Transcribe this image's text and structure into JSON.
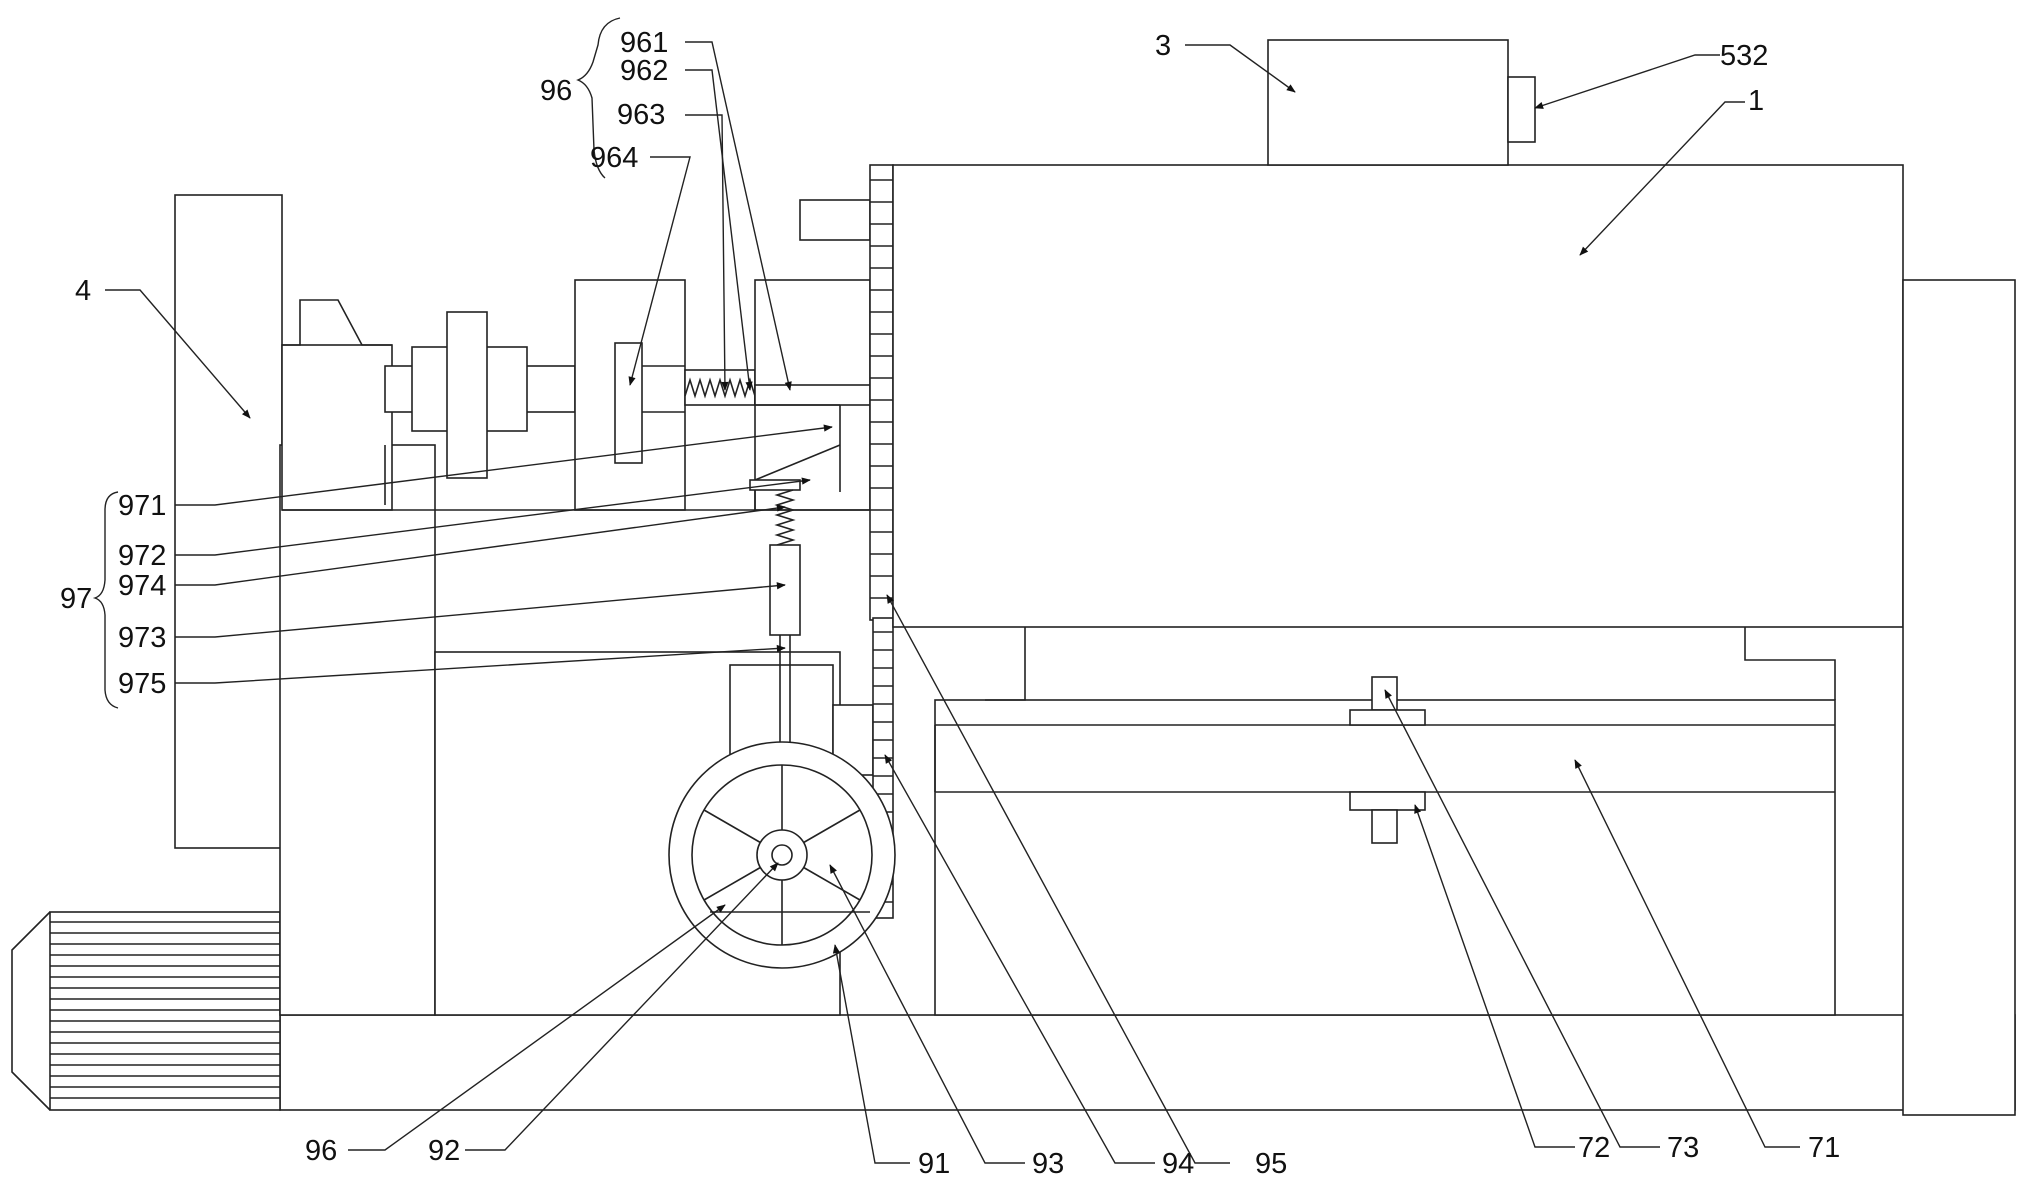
{
  "labels": {
    "l1": "1",
    "l3": "3",
    "l4": "4",
    "l532": "532",
    "l96top": "96",
    "l961": "961",
    "l962": "962",
    "l963": "963",
    "l964": "964",
    "l97": "97",
    "l971": "971",
    "l972": "972",
    "l974": "974",
    "l973": "973",
    "l975": "975",
    "l96bot": "96",
    "l92": "92",
    "l91": "91",
    "l93": "93",
    "l94": "94",
    "l95": "95",
    "l72": "72",
    "l73": "73",
    "l71": "71"
  }
}
